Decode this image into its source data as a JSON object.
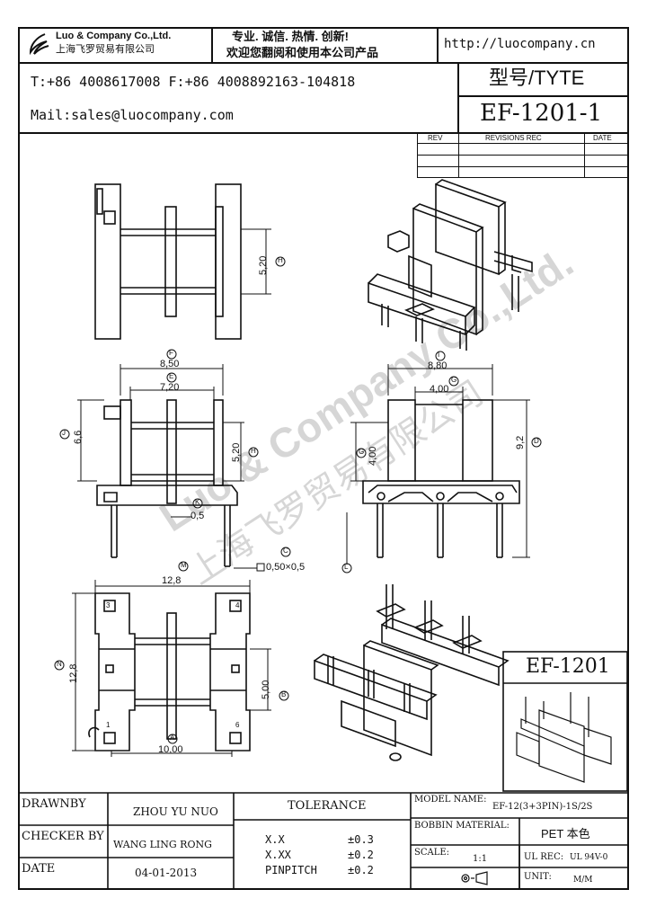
{
  "header": {
    "company_en": "Luo & Company Co.,Ltd.",
    "company_cn": "上海飞罗贸易有限公司",
    "slogan_1": "专业. 诚信.  热情.  创新!",
    "slogan_2": "欢迎您翻阅和使用本公司产品",
    "url": "http://luocompany.cn",
    "phone_fax": "T:+86 4008617008 F:+86 4008892163-104818",
    "mail": "Mail:sales@luocompany.com",
    "type_label": "型号/TYTE",
    "model": "EF-1201-1"
  },
  "revisions": {
    "col_rev": "REV",
    "col_rec": "REVISIONS REC",
    "col_date": "DATE"
  },
  "watermark": {
    "en": "Luo & Company Co.,Ltd.",
    "cn": "上海飞罗贸易有限公司"
  },
  "dims": {
    "h_520_top": "5,20",
    "H": "H",
    "F": "F",
    "w_850": "8,50",
    "E": "E",
    "w_720": "7,20",
    "J": "J",
    "h_66": "6,6",
    "h_520_mid": "5,20",
    "K": "K",
    "w_05": "0,5",
    "C": "C",
    "pin": "0,50×0,5",
    "I": "I",
    "w_880": "8,80",
    "G": "G",
    "w_400": "4,00",
    "h_400": "4,00",
    "h_92": "9,2",
    "D": "D",
    "M": "M",
    "w_128": "12,8",
    "N": "N",
    "h_128": "12,8",
    "B": "B",
    "h_500": "5,00",
    "A": "A",
    "w_1000": "10,00",
    "L": "L",
    "pin_1": "1",
    "pin_3": "3",
    "pin_4": "4",
    "pin_6": "6"
  },
  "inset_title": "EF-1201",
  "footer": {
    "drawnby_label": "DRAWNBY",
    "drawnby_value": "ZHOU YU NUO",
    "checker_label": "CHECKER BY",
    "checker_value": "WANG LING RONG",
    "date_label": "DATE",
    "date_value": "04-01-2013",
    "tolerance_label": "TOLERANCE",
    "tol_xx_label": "X.X",
    "tol_xx_value": "±0.3",
    "tol_xxx_label": "X.XX",
    "tol_xxx_value": "±0.2",
    "tol_pin_label": "PINPITCH",
    "tol_pin_value": "±0.2",
    "model_label": "MODEL NAME:",
    "model_value": "EF-12(3+3PIN)-1S/2S",
    "bobbin_label": "BOBBIN MATERIAL:",
    "bobbin_value": "PET 本色",
    "scale_label": "SCALE:",
    "scale_value": "1:1",
    "ul_label": "UL REC:",
    "ul_value": "UL 94V-0",
    "unit_label": "UNIT:",
    "unit_value": "M/M"
  },
  "colors": {
    "ink": "#111111",
    "watermark": "#cfcfcf"
  }
}
